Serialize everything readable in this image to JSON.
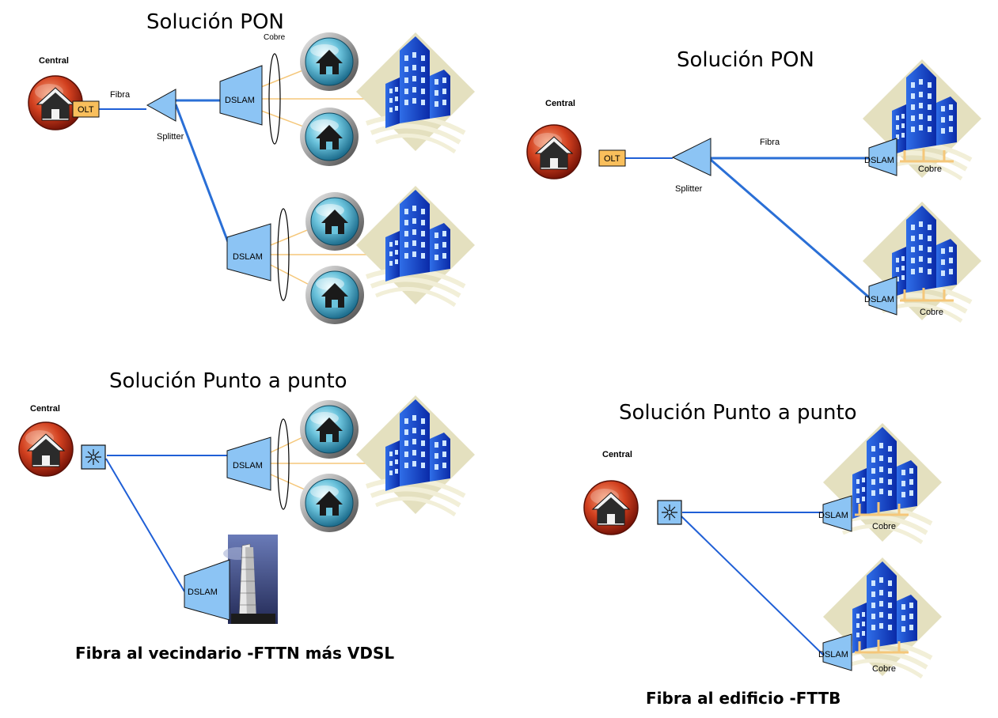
{
  "titles": {
    "pon_left": "Solución PON",
    "pon_right": "Solución PON",
    "p2p_left": "Solución Punto a punto",
    "p2p_right": "Solución Punto a punto"
  },
  "captions": {
    "fttn": "Fibra al vecindario -FTTN más VDSL",
    "fttb": "Fibra al edificio -FTTB"
  },
  "labels": {
    "central": "Central",
    "olt": "OLT",
    "fibra": "Fibra",
    "splitter": "Splitter",
    "dslam": "DSLAM",
    "cobre": "Cobre"
  }
}
